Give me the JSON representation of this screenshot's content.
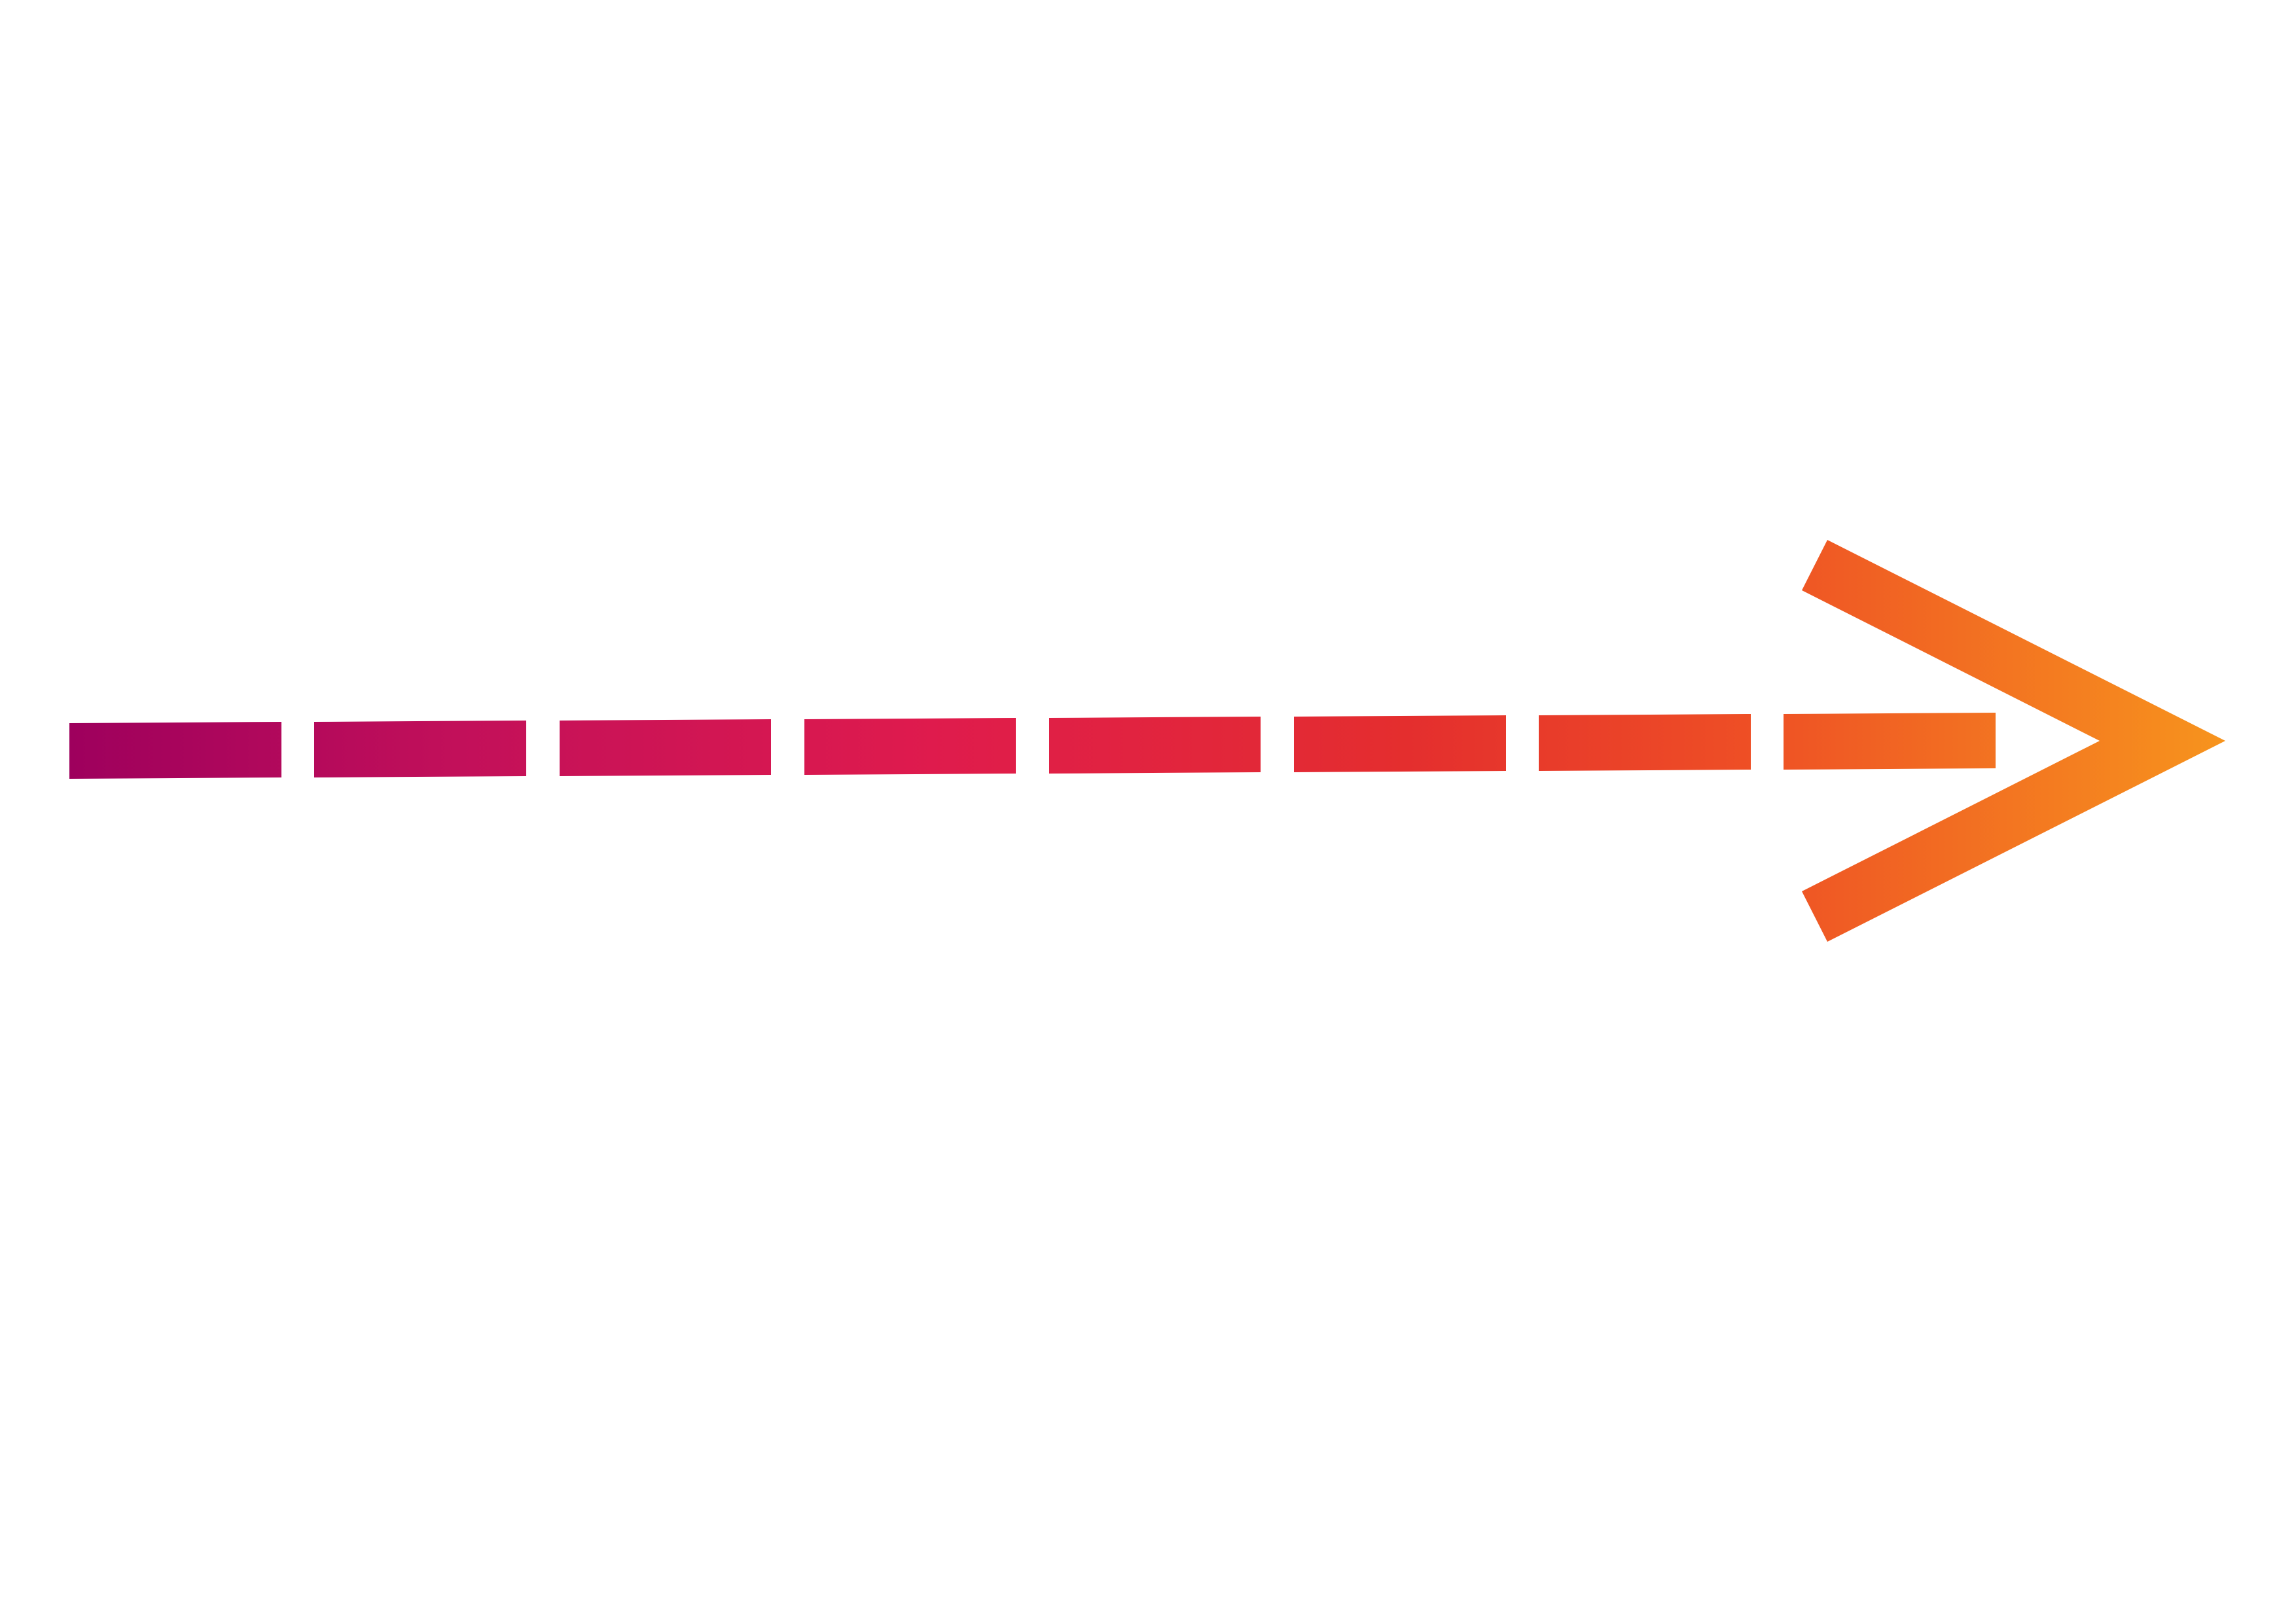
{
  "graphic": {
    "icon": "dashed-arrow-right",
    "direction": "right",
    "dash_count": 8,
    "gradient_colors": {
      "start": "#9E005D",
      "stop_1": "#C2105A",
      "stop_2": "#DF1B4D",
      "stop_3": "#E42E2E",
      "stop_4": "#EE4F25",
      "stop_5": "#F37521",
      "end": "#F7941D"
    }
  }
}
